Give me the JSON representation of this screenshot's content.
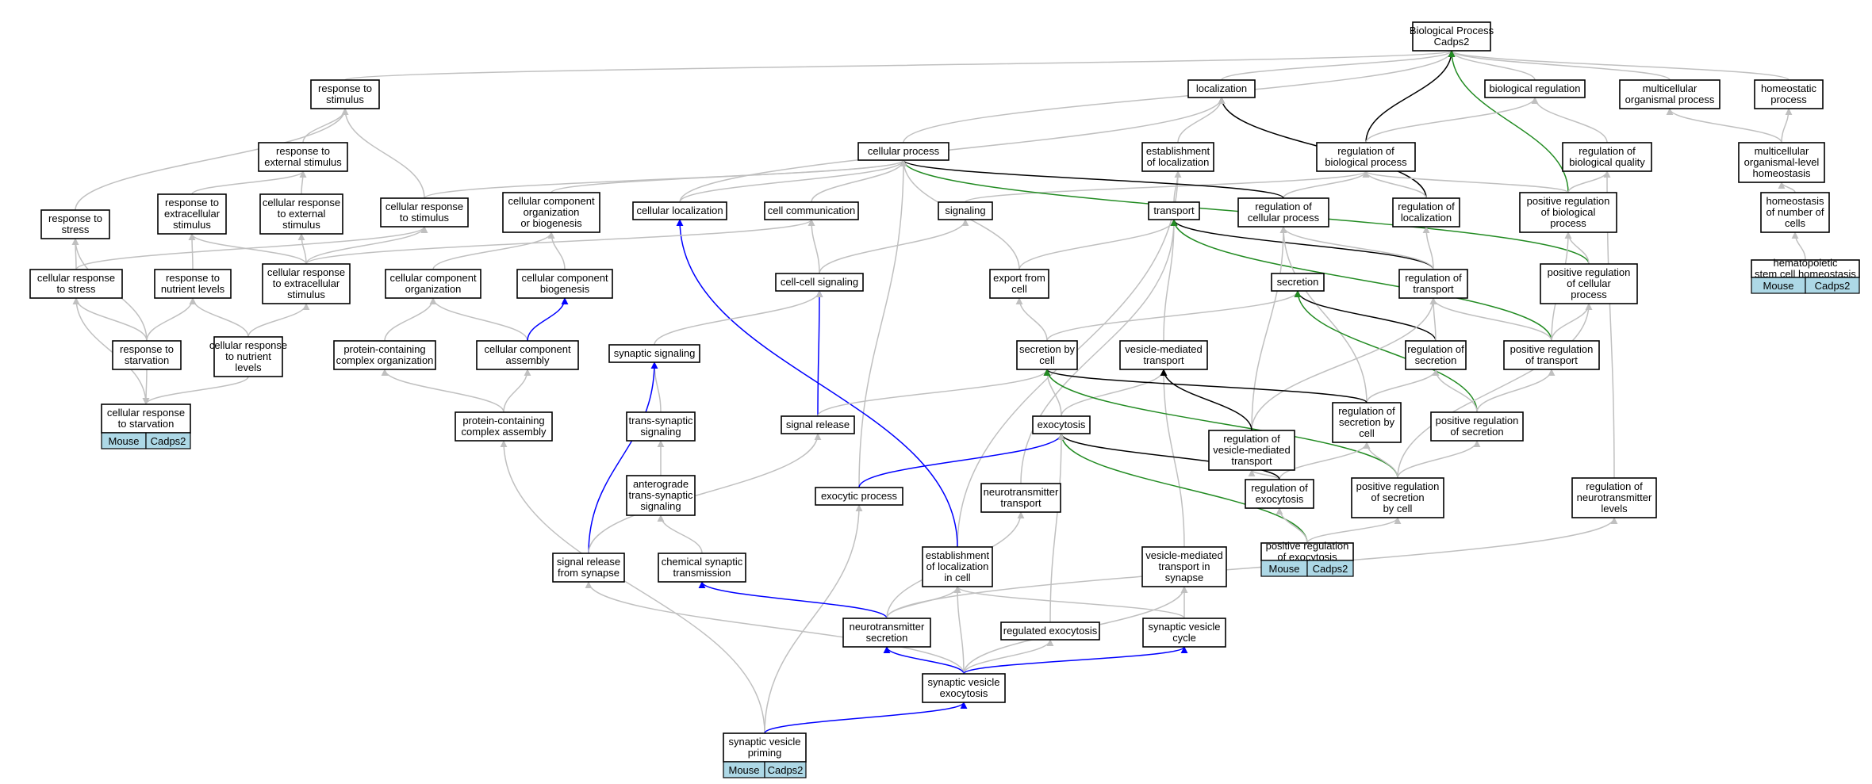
{
  "colors": {
    "gray": "#c0c0c0",
    "black": "#000000",
    "blue": "#0000ff",
    "green": "#228b22",
    "badge": "#add8e6"
  },
  "nodes": [
    {
      "id": "bp",
      "lines": [
        "Biological Process",
        "Cadps2"
      ]
    },
    {
      "id": "loc",
      "lines": [
        "localization"
      ]
    },
    {
      "id": "bioreg",
      "lines": [
        "biological regulation"
      ]
    },
    {
      "id": "multiorg",
      "lines": [
        "multicellular",
        "organismal process"
      ]
    },
    {
      "id": "homeo",
      "lines": [
        "homeostatic",
        "process"
      ]
    },
    {
      "id": "respstim",
      "lines": [
        "response to",
        "stimulus"
      ]
    },
    {
      "id": "estloc",
      "lines": [
        "establishment",
        "of localization"
      ]
    },
    {
      "id": "regbp",
      "lines": [
        "regulation of",
        "biological process"
      ]
    },
    {
      "id": "regbq",
      "lines": [
        "regulation of",
        "biological quality"
      ]
    },
    {
      "id": "mlhomeo",
      "lines": [
        "multicellular",
        "organismal-level",
        "homeostasis"
      ]
    },
    {
      "id": "respext",
      "lines": [
        "response to",
        "external stimulus"
      ]
    },
    {
      "id": "cellproc",
      "lines": [
        "cellular process"
      ]
    },
    {
      "id": "respstress",
      "lines": [
        "response to",
        "stress"
      ]
    },
    {
      "id": "respextcell",
      "lines": [
        "response to",
        "extracellular",
        "stimulus"
      ]
    },
    {
      "id": "cellrespext",
      "lines": [
        "cellular response",
        "to external",
        "stimulus"
      ]
    },
    {
      "id": "cellrespstim",
      "lines": [
        "cellular response",
        "to stimulus"
      ]
    },
    {
      "id": "ccob",
      "lines": [
        "cellular component",
        "organization",
        "or biogenesis"
      ]
    },
    {
      "id": "cellloc",
      "lines": [
        "cellular localization"
      ]
    },
    {
      "id": "cellcomm",
      "lines": [
        "cell communication"
      ]
    },
    {
      "id": "signaling",
      "lines": [
        "signaling"
      ]
    },
    {
      "id": "transport",
      "lines": [
        "transport"
      ]
    },
    {
      "id": "regcp",
      "lines": [
        "regulation of",
        "cellular process"
      ]
    },
    {
      "id": "regloc",
      "lines": [
        "regulation of",
        "localization"
      ]
    },
    {
      "id": "posregbp",
      "lines": [
        "positive regulation",
        "of biological",
        "process"
      ]
    },
    {
      "id": "homeonum",
      "lines": [
        "homeostasis",
        "of number of",
        "cells"
      ]
    },
    {
      "id": "cellrespstress",
      "lines": [
        "cellular response",
        "to stress"
      ]
    },
    {
      "id": "respnut",
      "lines": [
        "response to",
        "nutrient levels"
      ]
    },
    {
      "id": "cellrespextcell",
      "lines": [
        "cellular response",
        "to extracellular",
        "stimulus"
      ]
    },
    {
      "id": "ccorg",
      "lines": [
        "cellular component",
        "organization"
      ]
    },
    {
      "id": "ccbio",
      "lines": [
        "cellular component",
        "biogenesis"
      ]
    },
    {
      "id": "ccsig",
      "lines": [
        "cell-cell signaling"
      ]
    },
    {
      "id": "exportcell",
      "lines": [
        "export from",
        "cell"
      ]
    },
    {
      "id": "secretion",
      "lines": [
        "secretion"
      ]
    },
    {
      "id": "regtransport",
      "lines": [
        "regulation of",
        "transport"
      ]
    },
    {
      "id": "posregcp",
      "lines": [
        "positive regulation",
        "of cellular",
        "process"
      ]
    },
    {
      "id": "hsc",
      "lines": [
        "hematopoietic",
        "stem cell homeostasis"
      ],
      "badges": [
        "Mouse",
        "Cadps2"
      ]
    },
    {
      "id": "respstarv",
      "lines": [
        "response to",
        "starvation"
      ]
    },
    {
      "id": "cellrespnut",
      "lines": [
        "cellular response",
        "to nutrient",
        "levels"
      ]
    },
    {
      "id": "pcco",
      "lines": [
        "protein-containing",
        "complex organization"
      ]
    },
    {
      "id": "ccassembly",
      "lines": [
        "cellular component",
        "assembly"
      ]
    },
    {
      "id": "synsig",
      "lines": [
        "synaptic signaling"
      ]
    },
    {
      "id": "secbycell",
      "lines": [
        "secretion by",
        "cell"
      ]
    },
    {
      "id": "vesmedtrans",
      "lines": [
        "vesicle-mediated",
        "transport"
      ]
    },
    {
      "id": "regsec",
      "lines": [
        "regulation of",
        "secretion"
      ]
    },
    {
      "id": "posregtrans",
      "lines": [
        "positive regulation",
        "of transport"
      ]
    },
    {
      "id": "cellrespstarv",
      "lines": [
        "cellular response",
        "to starvation"
      ],
      "badges": [
        "Mouse",
        "Cadps2"
      ]
    },
    {
      "id": "pcca",
      "lines": [
        "protein-containing",
        "complex assembly"
      ]
    },
    {
      "id": "transsyn",
      "lines": [
        "trans-synaptic",
        "signaling"
      ]
    },
    {
      "id": "sigrel",
      "lines": [
        "signal release"
      ]
    },
    {
      "id": "exocytosis",
      "lines": [
        "exocytosis"
      ]
    },
    {
      "id": "regvmt",
      "lines": [
        "regulation of",
        "vesicle-mediated",
        "transport"
      ]
    },
    {
      "id": "regsbc",
      "lines": [
        "regulation of",
        "secretion by",
        "cell"
      ]
    },
    {
      "id": "posregsec",
      "lines": [
        "positive regulation",
        "of secretion"
      ]
    },
    {
      "id": "antero",
      "lines": [
        "anterograde",
        "trans-synaptic",
        "signaling"
      ]
    },
    {
      "id": "exoproc",
      "lines": [
        "exocytic process"
      ]
    },
    {
      "id": "ntransport",
      "lines": [
        "neurotransmitter",
        "transport"
      ]
    },
    {
      "id": "regexo",
      "lines": [
        "regulation of",
        "exocytosis"
      ]
    },
    {
      "id": "posregsbc",
      "lines": [
        "positive regulation",
        "of secretion",
        "by cell"
      ]
    },
    {
      "id": "regntlev",
      "lines": [
        "regulation of",
        "neurotransmitter",
        "levels"
      ]
    },
    {
      "id": "sigrelsyn",
      "lines": [
        "signal release",
        "from synapse"
      ]
    },
    {
      "id": "chemsyn",
      "lines": [
        "chemical synaptic",
        "transmission"
      ]
    },
    {
      "id": "estlocincell",
      "lines": [
        "establishment",
        "of localization",
        "in cell"
      ]
    },
    {
      "id": "vmtsyn",
      "lines": [
        "vesicle-mediated",
        "transport in",
        "synapse"
      ]
    },
    {
      "id": "posregexo",
      "lines": [
        "positive regulation",
        "of exocytosis"
      ],
      "badges": [
        "Mouse",
        "Cadps2"
      ]
    },
    {
      "id": "ntsec",
      "lines": [
        "neurotransmitter",
        "secretion"
      ]
    },
    {
      "id": "regexocyt",
      "lines": [
        "regulated exocytosis"
      ]
    },
    {
      "id": "synvescyc",
      "lines": [
        "synaptic vesicle",
        "cycle"
      ]
    },
    {
      "id": "synvesexo",
      "lines": [
        "synaptic vesicle",
        "exocytosis"
      ]
    },
    {
      "id": "synvesprim",
      "lines": [
        "synaptic vesicle",
        "priming"
      ],
      "badges": [
        "Mouse",
        "Cadps2"
      ]
    }
  ],
  "edges": [
    {
      "from": "loc",
      "to": "bp",
      "color": "gray"
    },
    {
      "from": "bioreg",
      "to": "bp",
      "color": "gray"
    },
    {
      "from": "multiorg",
      "to": "bp",
      "color": "gray"
    },
    {
      "from": "homeo",
      "to": "bp",
      "color": "gray"
    },
    {
      "from": "respstim",
      "to": "bp",
      "color": "gray"
    },
    {
      "from": "cellproc",
      "to": "bp",
      "color": "gray"
    },
    {
      "from": "regbp",
      "to": "bp",
      "color": "black"
    },
    {
      "from": "posregbp",
      "to": "bp",
      "color": "green"
    },
    {
      "from": "estloc",
      "to": "loc",
      "color": "gray"
    },
    {
      "from": "regloc",
      "to": "loc",
      "color": "black"
    },
    {
      "from": "cellloc",
      "to": "loc",
      "color": "gray"
    },
    {
      "from": "regbp",
      "to": "bioreg",
      "color": "gray"
    },
    {
      "from": "regbq",
      "to": "bioreg",
      "color": "gray"
    },
    {
      "from": "mlhomeo",
      "to": "multiorg",
      "color": "gray"
    },
    {
      "from": "mlhomeo",
      "to": "homeo",
      "color": "gray"
    },
    {
      "from": "homeonum",
      "to": "mlhomeo",
      "color": "gray"
    },
    {
      "from": "hsc",
      "to": "homeonum",
      "color": "gray"
    },
    {
      "from": "respext",
      "to": "respstim",
      "color": "gray"
    },
    {
      "from": "respstress",
      "to": "respstim",
      "color": "gray"
    },
    {
      "from": "cellrespstim",
      "to": "respstim",
      "color": "gray"
    },
    {
      "from": "respextcell",
      "to": "respext",
      "color": "gray"
    },
    {
      "from": "cellrespext",
      "to": "respext",
      "color": "gray"
    },
    {
      "from": "regcp",
      "to": "regbp",
      "color": "gray"
    },
    {
      "from": "regloc",
      "to": "regbp",
      "color": "gray"
    },
    {
      "from": "posregbp",
      "to": "regbp",
      "color": "gray"
    },
    {
      "from": "signaling",
      "to": "regbp",
      "color": "gray"
    },
    {
      "from": "posregbp",
      "to": "regbq",
      "color": "gray"
    },
    {
      "from": "regntlev",
      "to": "regbq",
      "color": "gray"
    },
    {
      "from": "transport",
      "to": "estloc",
      "color": "gray"
    },
    {
      "from": "estlocincell",
      "to": "estloc",
      "color": "gray"
    },
    {
      "from": "cellrespstim",
      "to": "cellproc",
      "color": "gray"
    },
    {
      "from": "ccob",
      "to": "cellproc",
      "color": "gray"
    },
    {
      "from": "cellloc",
      "to": "cellproc",
      "color": "gray"
    },
    {
      "from": "cellcomm",
      "to": "cellproc",
      "color": "gray"
    },
    {
      "from": "regcp",
      "to": "cellproc",
      "color": "black"
    },
    {
      "from": "posregcp",
      "to": "cellproc",
      "color": "green"
    },
    {
      "from": "exportcell",
      "to": "cellproc",
      "color": "gray"
    },
    {
      "from": "exoproc",
      "to": "cellproc",
      "color": "gray"
    },
    {
      "from": "cellrespstress",
      "to": "respstress",
      "color": "gray"
    },
    {
      "from": "respstarv",
      "to": "respstress",
      "color": "gray"
    },
    {
      "from": "respnut",
      "to": "respextcell",
      "color": "gray"
    },
    {
      "from": "cellrespextcell",
      "to": "respextcell",
      "color": "gray"
    },
    {
      "from": "cellrespextcell",
      "to": "cellrespext",
      "color": "gray"
    },
    {
      "from": "cellrespstress",
      "to": "cellrespstim",
      "color": "gray"
    },
    {
      "from": "cellrespextcell",
      "to": "cellrespstim",
      "color": "gray"
    },
    {
      "from": "ccorg",
      "to": "ccob",
      "color": "gray"
    },
    {
      "from": "ccbio",
      "to": "ccob",
      "color": "gray"
    },
    {
      "from": "estlocincell",
      "to": "cellloc",
      "color": "blue"
    },
    {
      "from": "ccsig",
      "to": "cellcomm",
      "color": "gray"
    },
    {
      "from": "cellrespextcell",
      "to": "cellcomm",
      "color": "gray"
    },
    {
      "from": "ccsig",
      "to": "signaling",
      "color": "gray"
    },
    {
      "from": "exportcell",
      "to": "transport",
      "color": "gray"
    },
    {
      "from": "vesmedtrans",
      "to": "transport",
      "color": "gray"
    },
    {
      "from": "ntransport",
      "to": "transport",
      "color": "gray"
    },
    {
      "from": "regtransport",
      "to": "transport",
      "color": "black"
    },
    {
      "from": "posregtrans",
      "to": "transport",
      "color": "green"
    },
    {
      "from": "regtransport",
      "to": "regcp",
      "color": "gray"
    },
    {
      "from": "regvmt",
      "to": "regcp",
      "color": "gray"
    },
    {
      "from": "regsbc",
      "to": "regcp",
      "color": "gray"
    },
    {
      "from": "regtransport",
      "to": "regloc",
      "color": "gray"
    },
    {
      "from": "posregcp",
      "to": "posregbp",
      "color": "gray"
    },
    {
      "from": "posregtrans",
      "to": "posregbp",
      "color": "gray"
    },
    {
      "from": "respstarv",
      "to": "cellrespstress",
      "color": "gray"
    },
    {
      "from": "cellrespstarv",
      "to": "cellrespstress",
      "color": "gray"
    },
    {
      "from": "respstarv",
      "to": "respnut",
      "color": "gray"
    },
    {
      "from": "cellrespnut",
      "to": "respnut",
      "color": "gray"
    },
    {
      "from": "cellrespnut",
      "to": "cellrespextcell",
      "color": "gray"
    },
    {
      "from": "pcco",
      "to": "ccorg",
      "color": "gray"
    },
    {
      "from": "ccassembly",
      "to": "ccorg",
      "color": "gray"
    },
    {
      "from": "ccassembly",
      "to": "ccbio",
      "color": "blue"
    },
    {
      "from": "sigrel",
      "to": "ccsig",
      "color": "blue"
    },
    {
      "from": "synsig",
      "to": "ccsig",
      "color": "gray"
    },
    {
      "from": "secbycell",
      "to": "exportcell",
      "color": "gray"
    },
    {
      "from": "secbycell",
      "to": "secretion",
      "color": "gray"
    },
    {
      "from": "regsec",
      "to": "secretion",
      "color": "black"
    },
    {
      "from": "posregsec",
      "to": "secretion",
      "color": "green"
    },
    {
      "from": "regsec",
      "to": "regtransport",
      "color": "gray"
    },
    {
      "from": "posregtrans",
      "to": "regtransport",
      "color": "gray"
    },
    {
      "from": "regvmt",
      "to": "regtransport",
      "color": "gray"
    },
    {
      "from": "regsbc",
      "to": "regsec",
      "color": "gray"
    },
    {
      "from": "posregsec",
      "to": "regsec",
      "color": "gray"
    },
    {
      "from": "posregtrans",
      "to": "posregcp",
      "color": "gray"
    },
    {
      "from": "posregsbc",
      "to": "posregcp",
      "color": "gray"
    },
    {
      "from": "posregsec",
      "to": "posregtrans",
      "color": "gray"
    },
    {
      "from": "respstarv",
      "to": "cellrespstarv",
      "color": "gray"
    },
    {
      "from": "cellrespnut",
      "to": "cellrespstarv",
      "color": "gray"
    },
    {
      "from": "pcca",
      "to": "pcco",
      "color": "gray"
    },
    {
      "from": "pcca",
      "to": "ccassembly",
      "color": "gray"
    },
    {
      "from": "transsyn",
      "to": "synsig",
      "color": "gray"
    },
    {
      "from": "sigrelsyn",
      "to": "synsig",
      "color": "blue"
    },
    {
      "from": "sigrel",
      "to": "secbycell",
      "color": "gray"
    },
    {
      "from": "exocytosis",
      "to": "secbycell",
      "color": "gray"
    },
    {
      "from": "exocytosis",
      "to": "vesmedtrans",
      "color": "gray"
    },
    {
      "from": "vmtsyn",
      "to": "vesmedtrans",
      "color": "gray"
    },
    {
      "from": "regsbc",
      "to": "secbycell",
      "color": "black"
    },
    {
      "from": "posregsbc",
      "to": "secbycell",
      "color": "green"
    },
    {
      "from": "regvmt",
      "to": "vesmedtrans",
      "color": "black"
    },
    {
      "from": "regexo",
      "to": "regvmt",
      "color": "gray"
    },
    {
      "from": "regexo",
      "to": "regsbc",
      "color": "gray"
    },
    {
      "from": "posregsbc",
      "to": "regsbc",
      "color": "gray"
    },
    {
      "from": "posregsbc",
      "to": "posregsec",
      "color": "gray"
    },
    {
      "from": "antero",
      "to": "transsyn",
      "color": "gray"
    },
    {
      "from": "chemsyn",
      "to": "antero",
      "color": "gray"
    },
    {
      "from": "sigrelsyn",
      "to": "sigrel",
      "color": "gray"
    },
    {
      "from": "pcca",
      "to": "synvesprim",
      "color": "gray",
      "reverse": true
    },
    {
      "from": "exoproc",
      "to": "exocytosis",
      "color": "blue"
    },
    {
      "from": "regexo",
      "to": "exocytosis",
      "color": "black"
    },
    {
      "from": "posregexo",
      "to": "exocytosis",
      "color": "green"
    },
    {
      "from": "regexocyt",
      "to": "exocytosis",
      "color": "gray"
    },
    {
      "from": "synvesprim",
      "to": "exoproc",
      "color": "gray"
    },
    {
      "from": "ntsec",
      "to": "ntransport",
      "color": "gray"
    },
    {
      "from": "posregexo",
      "to": "regexo",
      "color": "gray"
    },
    {
      "from": "posregexo",
      "to": "posregsbc",
      "color": "gray"
    },
    {
      "from": "ntsec",
      "to": "regntlev",
      "color": "gray"
    },
    {
      "from": "ntsec",
      "to": "chemsyn",
      "color": "blue"
    },
    {
      "from": "synvesexo",
      "to": "sigrelsyn",
      "color": "gray"
    },
    {
      "from": "ntsec",
      "to": "estlocincell",
      "color": "gray"
    },
    {
      "from": "synvesexo",
      "to": "estlocincell",
      "color": "gray"
    },
    {
      "from": "synvescyc",
      "to": "estlocincell",
      "color": "gray"
    },
    {
      "from": "synvescyc",
      "to": "vmtsyn",
      "color": "gray"
    },
    {
      "from": "synvesexo",
      "to": "vmtsyn",
      "color": "gray"
    },
    {
      "from": "synvesexo",
      "to": "ntsec",
      "color": "blue"
    },
    {
      "from": "synvesexo",
      "to": "regexocyt",
      "color": "gray"
    },
    {
      "from": "synvesexo",
      "to": "synvescyc",
      "color": "blue"
    },
    {
      "from": "synvesprim",
      "to": "synvesexo",
      "color": "blue"
    }
  ]
}
